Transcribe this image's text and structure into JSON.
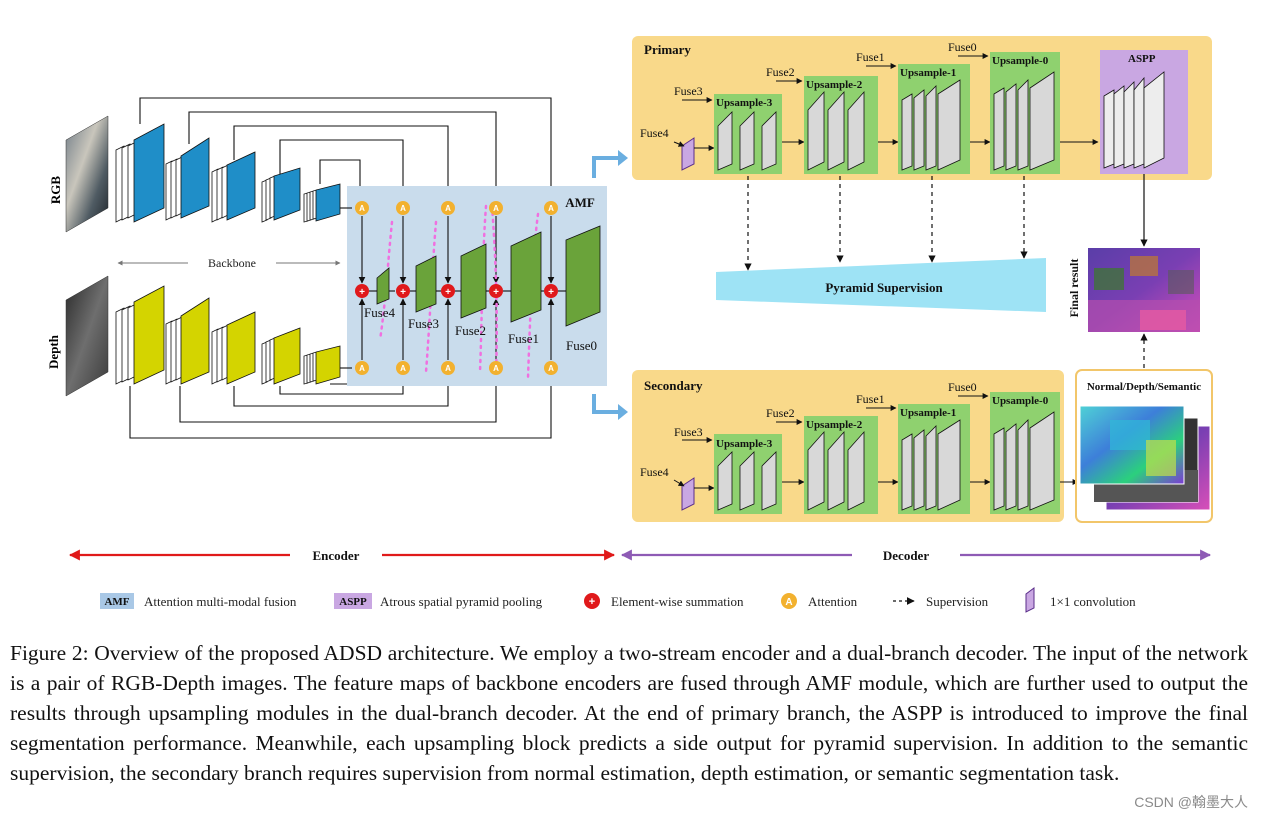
{
  "diagram": {
    "rgb_label": "RGB",
    "depth_label": "Depth",
    "backbone_label": "Backbone",
    "amf_label": "AMF",
    "fuse_labels": [
      "Fuse4",
      "Fuse3",
      "Fuse2",
      "Fuse1",
      "Fuse0"
    ],
    "primary": {
      "title": "Primary",
      "upsample_labels": [
        "Upsample-3",
        "Upsample-2",
        "Upsample-1",
        "Upsample-0"
      ],
      "fuse_inputs": [
        "Fuse4",
        "Fuse3",
        "Fuse2",
        "Fuse1",
        "Fuse0"
      ],
      "aspp_label": "ASPP"
    },
    "secondary": {
      "title": "Secondary",
      "upsample_labels": [
        "Upsample-3",
        "Upsample-2",
        "Upsample-1",
        "Upsample-0"
      ],
      "fuse_inputs": [
        "Fuse4",
        "Fuse3",
        "Fuse2",
        "Fuse1",
        "Fuse0"
      ]
    },
    "pyramid_supervision": "Pyramid Supervision",
    "final_result": "Final result",
    "nds_label": "Normal/Depth/Semantic",
    "encoder_label": "Encoder",
    "decoder_label": "Decoder",
    "attention_glyph": "A",
    "sum_glyph": "+",
    "colors": {
      "rgb_block": "#1f8ec8",
      "depth_block": "#d4d400",
      "amf_bg": "#c9dcec",
      "decoder_bg": "#f9d98a",
      "upsample_bg": "#8fd16f",
      "aspp_bg": "#c9a7e2",
      "attention": "#f2b12f",
      "sum": "#e0191b",
      "fuse_block": "#6aa33a",
      "pyramid": "#9ee3f5",
      "encoder_arrow": "#e01a1a",
      "decoder_arrow": "#8e5bb5"
    }
  },
  "legend": {
    "items": [
      {
        "key": "AMF",
        "label": "Attention multi-modal fusion",
        "icon": "amf-swatch"
      },
      {
        "key": "ASPP",
        "label": "Atrous spatial pyramid pooling",
        "icon": "aspp-swatch"
      },
      {
        "key": "+",
        "label": "Element-wise summation",
        "icon": "sum-icon"
      },
      {
        "key": "A",
        "label": "Attention",
        "icon": "attention-icon"
      },
      {
        "key": "- - ->",
        "label": "Supervision",
        "icon": "dashed-arrow-icon"
      },
      {
        "key": "",
        "label": "1×1 convolution",
        "icon": "conv1x1-icon"
      }
    ]
  },
  "caption": "Figure 2: Overview of the proposed ADSD architecture. We employ a two-stream encoder and a dual-branch decoder. The input of the network is a pair of RGB-Depth images. The feature maps of backbone encoders are fused through AMF module, which are further used to output the results through upsampling modules in the dual-branch decoder. At the end of primary branch, the ASPP is introduced to improve the final segmentation performance. Meanwhile, each upsampling block predicts a side output for pyramid supervision. In addition to the semantic supervision, the secondary branch requires supervision from normal estimation, depth estimation, or semantic segmentation task.",
  "watermark": "CSDN @翰墨大人"
}
